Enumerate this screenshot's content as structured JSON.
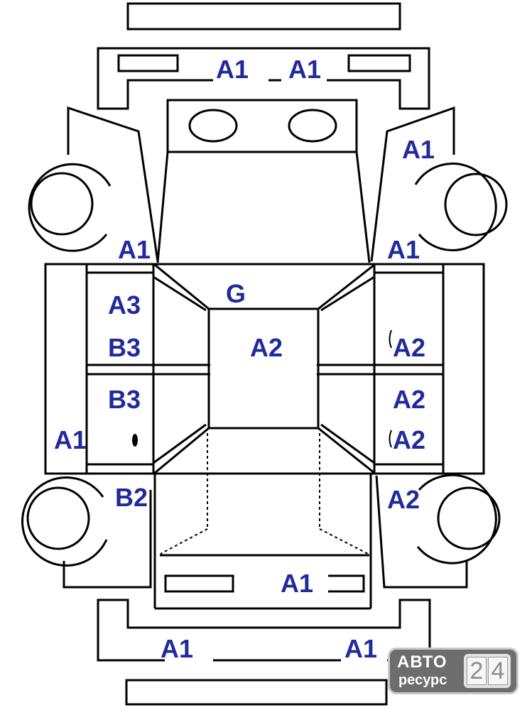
{
  "colors": {
    "line": "#000000",
    "label": "#1f2b9c",
    "watermark": "#6d6d6d"
  },
  "labels": [
    {
      "id": "front-bumper-left",
      "text": "A1"
    },
    {
      "id": "front-bumper-right",
      "text": "A1"
    },
    {
      "id": "right-fender",
      "text": "A1"
    },
    {
      "id": "left-a-pillar",
      "text": "A1"
    },
    {
      "id": "right-a-pillar",
      "text": "A1"
    },
    {
      "id": "roof-front",
      "text": "G"
    },
    {
      "id": "left-front-door-upper",
      "text": "A3"
    },
    {
      "id": "left-front-door-lower",
      "text": "B3"
    },
    {
      "id": "roof-center",
      "text": "A2"
    },
    {
      "id": "right-front-door",
      "text": "A2"
    },
    {
      "id": "left-rear-door",
      "text": "B3"
    },
    {
      "id": "right-rear-door-upper",
      "text": "A2"
    },
    {
      "id": "left-sill",
      "text": "A1"
    },
    {
      "id": "right-rear-door-lower",
      "text": "A2"
    },
    {
      "id": "left-rear-quarter",
      "text": "B2"
    },
    {
      "id": "right-rear-quarter",
      "text": "A2"
    },
    {
      "id": "trunk-lid",
      "text": "A1"
    },
    {
      "id": "rear-bumper-left",
      "text": "A1"
    },
    {
      "id": "rear-bumper-right",
      "text": "A1"
    }
  ],
  "watermark": {
    "line1": "АВТО",
    "line2": "ресурс",
    "digits": [
      "2",
      "4"
    ]
  }
}
